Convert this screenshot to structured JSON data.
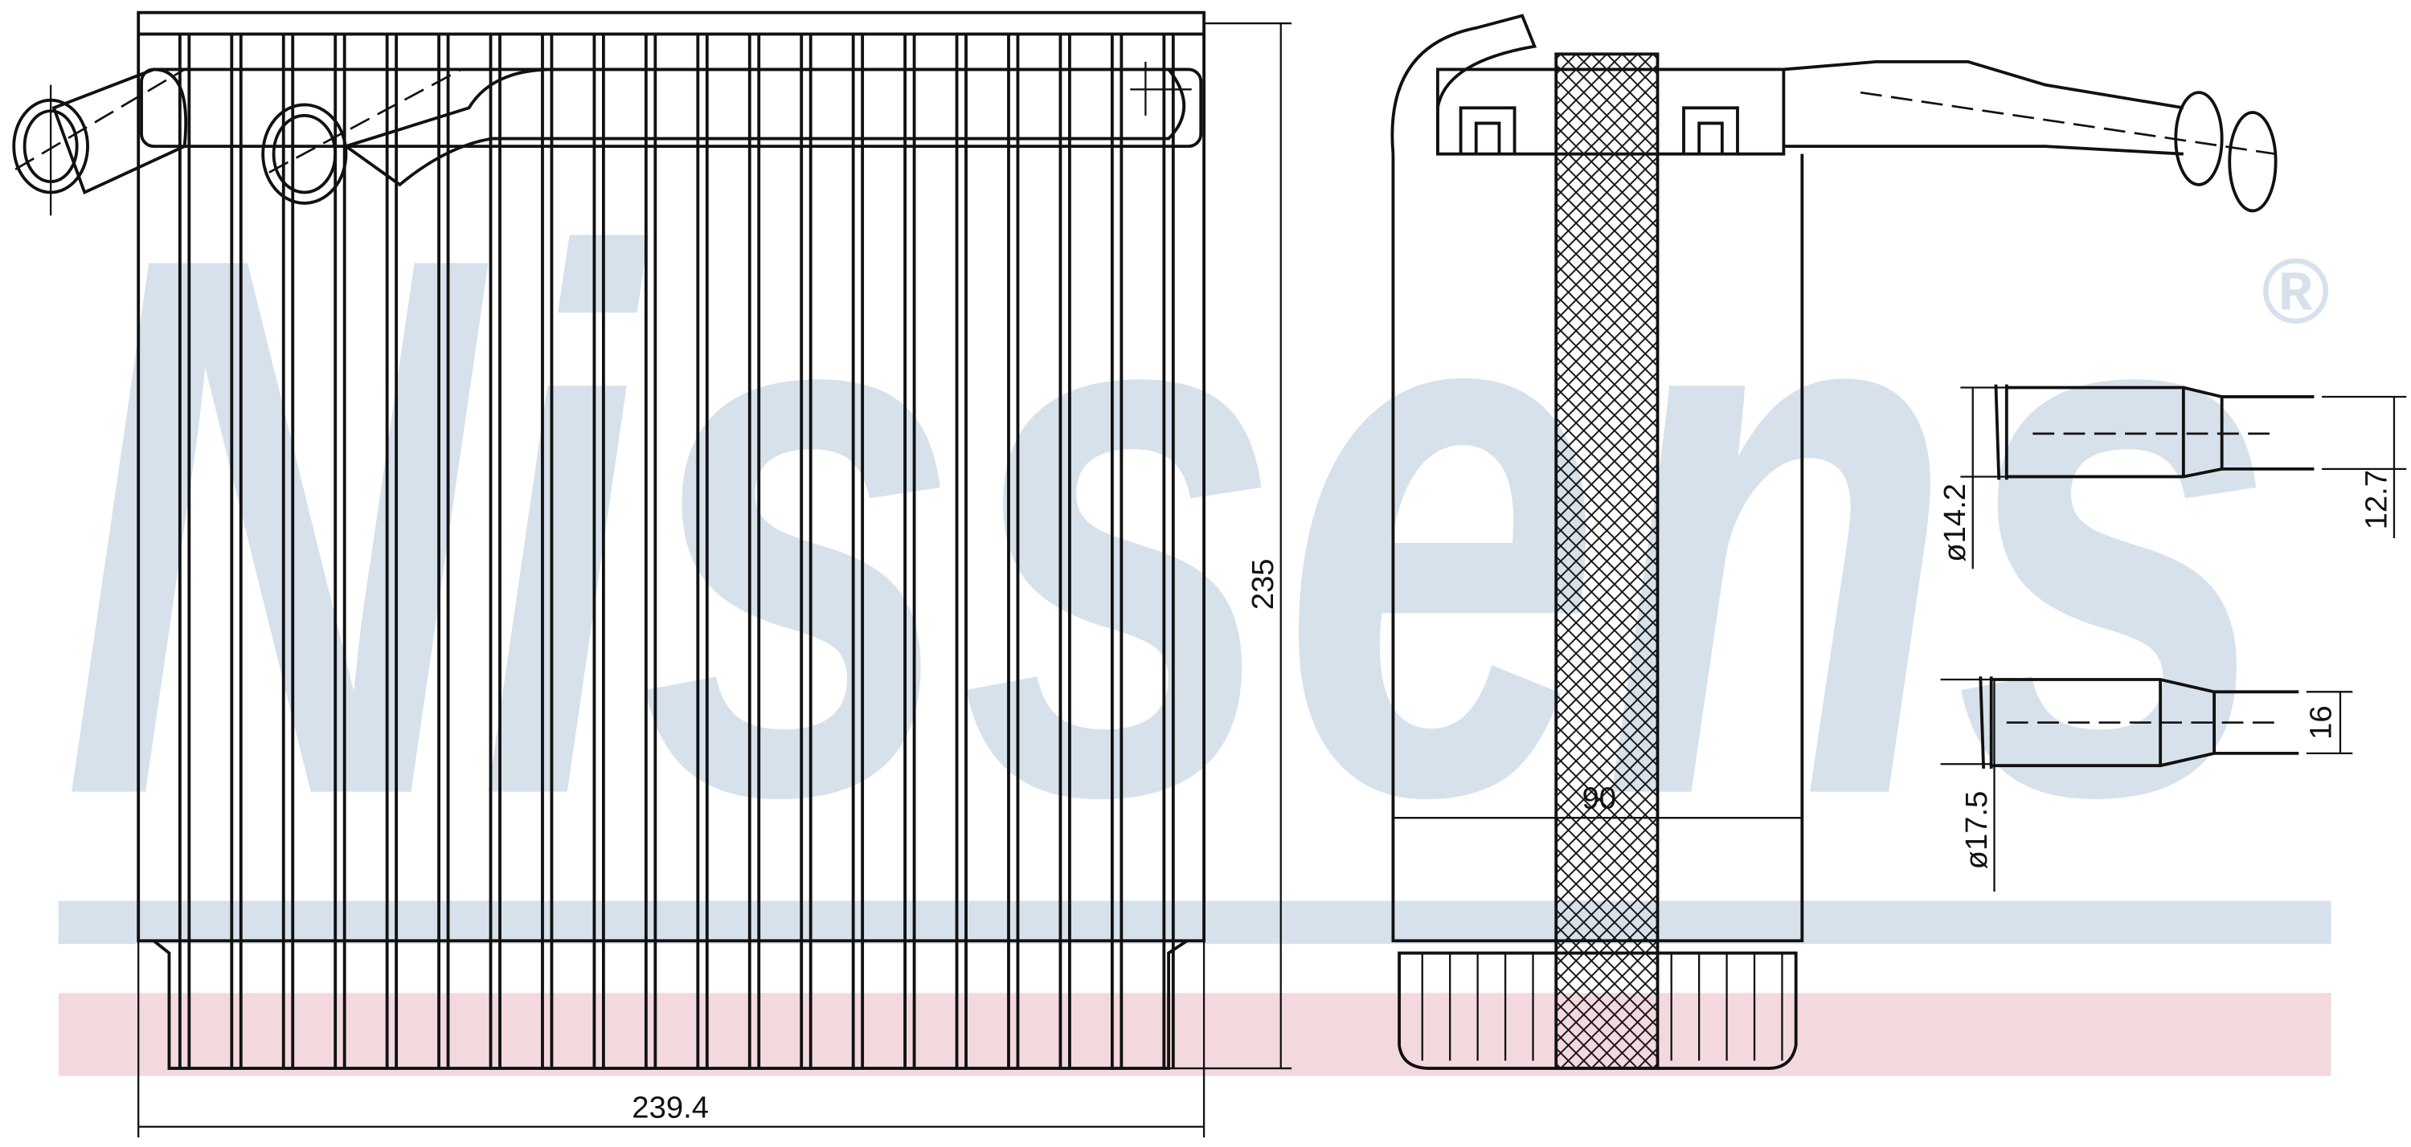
{
  "watermark": {
    "brand": "Nissens",
    "registered_mark": "®",
    "band_blue": "#d6e1eb",
    "band_pink": "#f3d9de"
  },
  "front_view": {
    "width_label": "239.4",
    "height_label": "235",
    "tube_count": 20
  },
  "side_view": {
    "depth_label": "90"
  },
  "pipe_details": [
    {
      "outer_diameter_label": "ø14.2",
      "inner_label": "12.7"
    },
    {
      "outer_diameter_label": "ø17.5",
      "inner_label": "16"
    }
  ]
}
